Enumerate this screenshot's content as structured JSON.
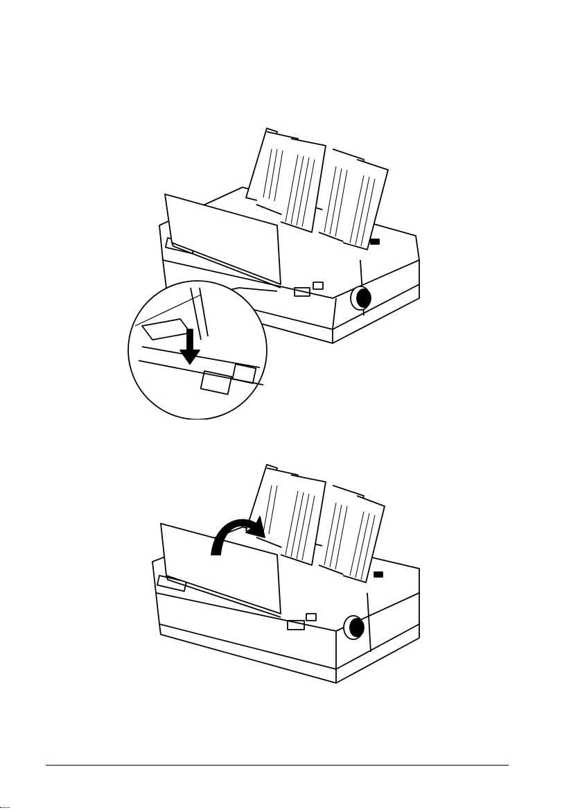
{
  "page": {
    "figures": [
      {
        "id": "fig1",
        "subject": "printer-with-paper-guide-and-detail-inset"
      },
      {
        "id": "fig2",
        "subject": "printer-with-paper-guide-flip-arrow"
      }
    ],
    "colors": {
      "ink": "#000000",
      "paper": "#ffffff",
      "body": "#ffffff"
    }
  }
}
